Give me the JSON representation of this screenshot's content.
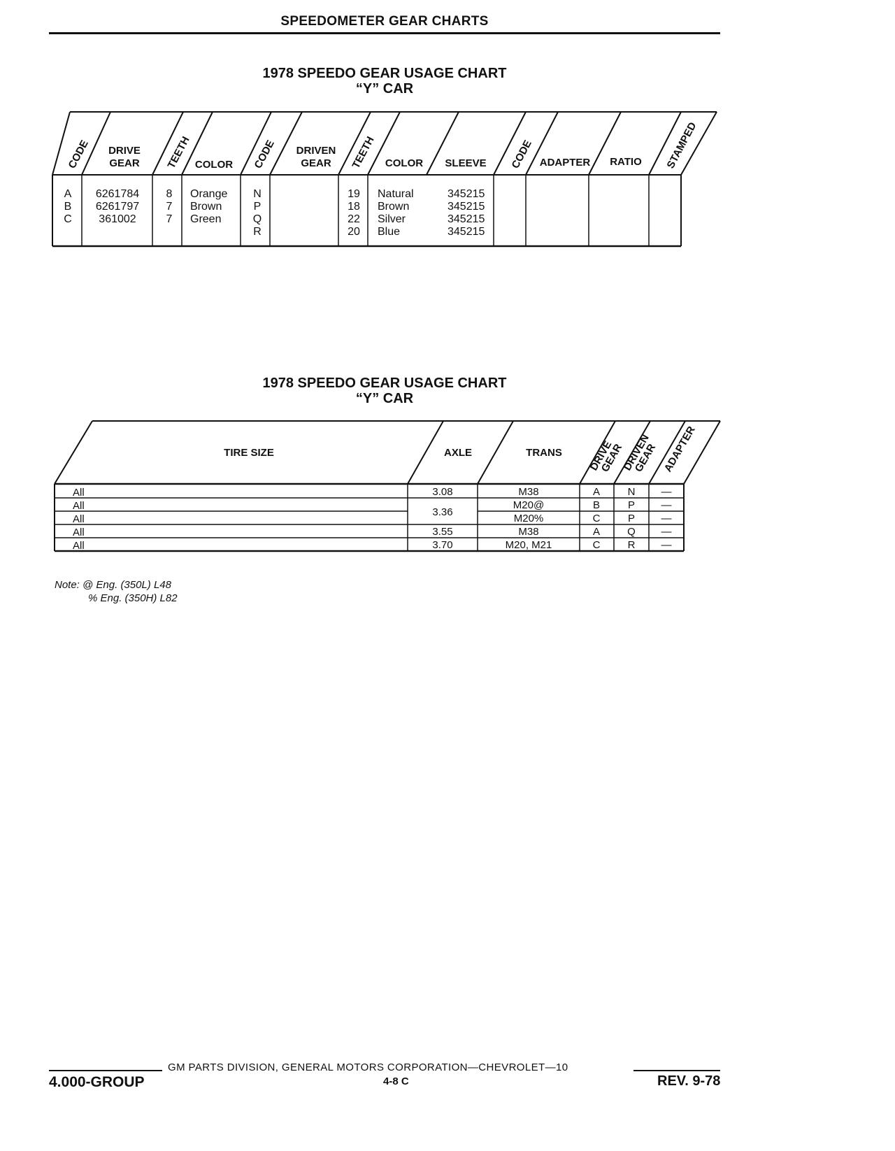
{
  "page_header": "SPEEDOMETER GEAR CHARTS",
  "chart1": {
    "title": "1978 SPEEDO GEAR USAGE CHART",
    "subtitle": "“Y” CAR",
    "headers": {
      "code1": "CODE",
      "drive_gear_line1": "DRIVE",
      "drive_gear_line2": "GEAR",
      "teeth1": "TEETH",
      "color1": "COLOR",
      "code2": "CODE",
      "driven_gear_line1": "DRIVEN",
      "driven_gear_line2": "GEAR",
      "teeth2": "TEETH",
      "color2": "COLOR",
      "sleeve": "SLEEVE",
      "code3": "CODE",
      "adapter": "ADAPTER",
      "ratio": "RATIO",
      "stamped": "STAMPED"
    },
    "drive_rows": [
      {
        "code": "A",
        "gear": "6261784",
        "teeth": "8",
        "color": "Orange"
      },
      {
        "code": "B",
        "gear": "6261797",
        "teeth": "7",
        "color": "Brown"
      },
      {
        "code": "C",
        "gear": "361002",
        "teeth": "7",
        "color": "Green"
      }
    ],
    "driven_rows": [
      {
        "code": "N",
        "teeth": "19",
        "color": "Natural",
        "sleeve": "345215"
      },
      {
        "code": "P",
        "teeth": "18",
        "color": "Brown",
        "sleeve": "345215"
      },
      {
        "code": "Q",
        "teeth": "22",
        "color": "Silver",
        "sleeve": "345215"
      },
      {
        "code": "R",
        "teeth": "20",
        "color": "Blue",
        "sleeve": "345215"
      }
    ]
  },
  "chart2": {
    "title": "1978 SPEEDO GEAR USAGE CHART",
    "subtitle": "“Y” CAR",
    "headers": {
      "tire_size": "TIRE SIZE",
      "axle": "AXLE",
      "trans": "TRANS",
      "drive_gear_line1": "DRIVE",
      "drive_gear_line2": "GEAR",
      "driven_gear_line1": "DRIVEN",
      "driven_gear_line2": "GEAR",
      "adapter": "ADAPTER"
    },
    "rows": [
      {
        "tire": "All",
        "axle": "3.08",
        "trans": "M38",
        "drive": "A",
        "driven": "N",
        "adapter": "—"
      },
      {
        "tire": "All",
        "axle": "3.36",
        "trans": "M20@",
        "drive": "B",
        "driven": "P",
        "adapter": "—"
      },
      {
        "tire": "All",
        "axle": "",
        "trans": "M20%",
        "drive": "C",
        "driven": "P",
        "adapter": "—"
      },
      {
        "tire": "All",
        "axle": "3.55",
        "trans": "M38",
        "drive": "A",
        "driven": "Q",
        "adapter": "—"
      },
      {
        "tire": "All",
        "axle": "3.70",
        "trans": "M20, M21",
        "drive": "C",
        "driven": "R",
        "adapter": "—"
      }
    ]
  },
  "note": {
    "line1": "Note:  @ Eng. (350L) L48",
    "line2": "% Eng. (350H) L82"
  },
  "footer": {
    "text": "GM PARTS DIVISION, GENERAL MOTORS CORPORATION—CHEVROLET—10",
    "group": "4.000-GROUP",
    "page": "4-8 C",
    "rev": "REV. 9-78"
  }
}
